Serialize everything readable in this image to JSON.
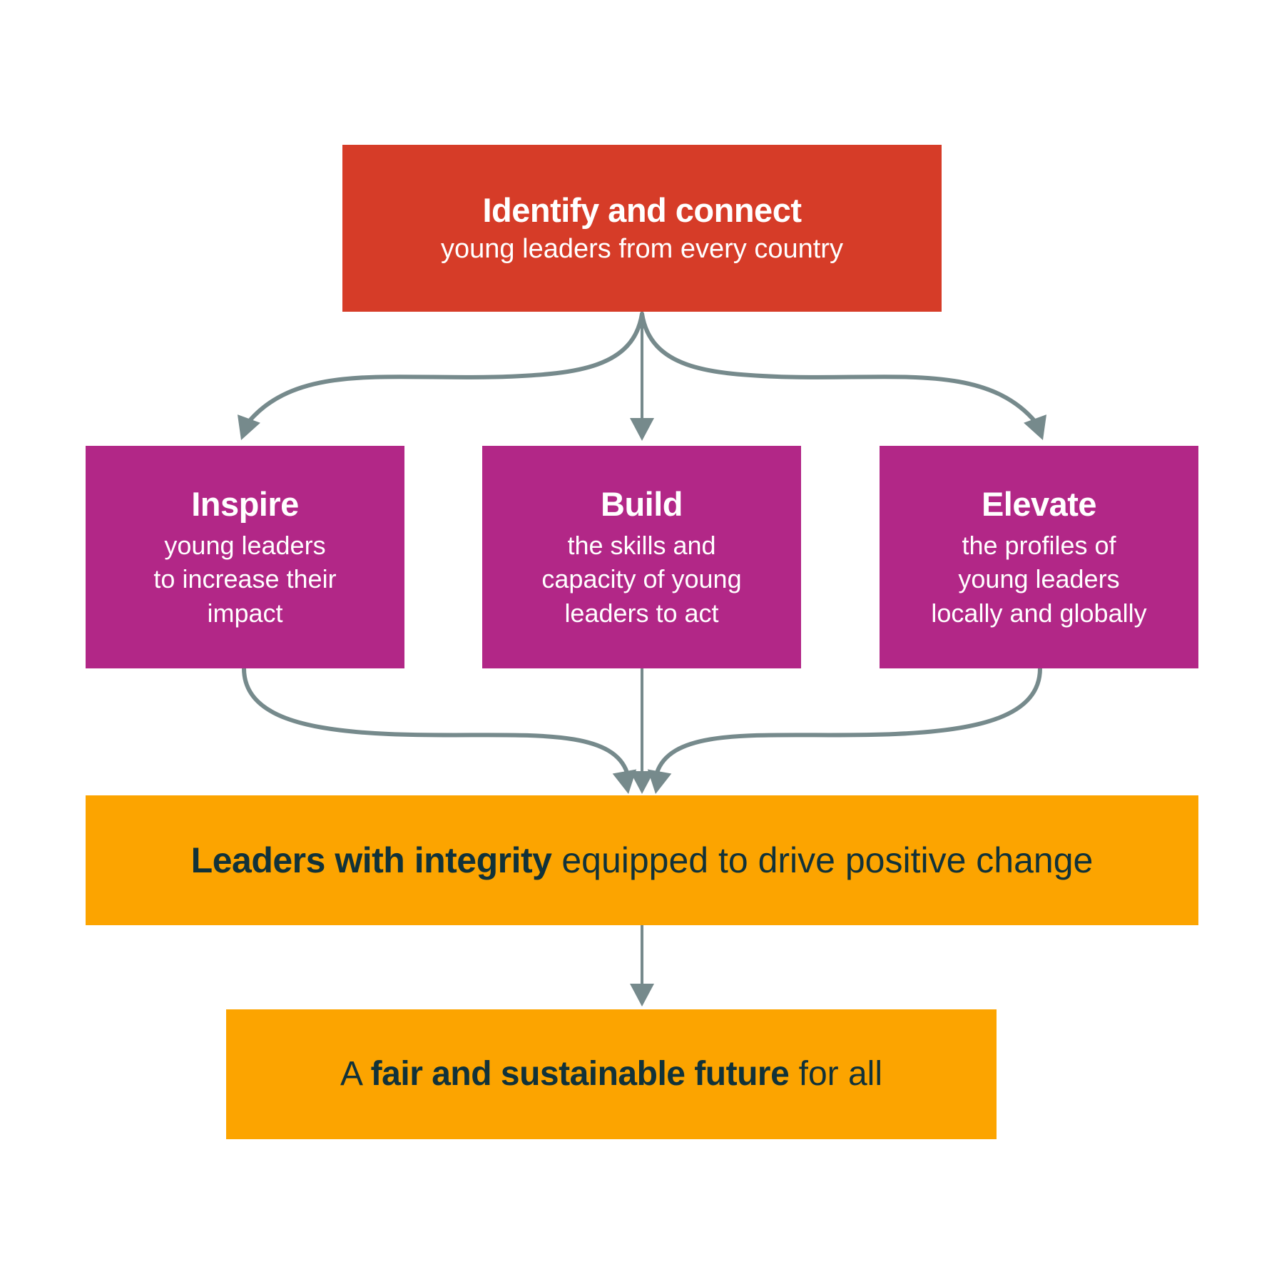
{
  "colors": {
    "background": "#FFFFFF",
    "red": "#D63C28",
    "magenta": "#B22787",
    "orange": "#FCA400",
    "arrow": "#768A8C",
    "dark_teal": "#113239"
  },
  "diagram": {
    "top_box": {
      "title": "Identify and connect",
      "subtitle": "young leaders from every country"
    },
    "branch_boxes": [
      {
        "title": "Inspire",
        "body": "young leaders\nto increase their\nimpact"
      },
      {
        "title": "Build",
        "body": "the skills and\ncapacity of young\nleaders to act"
      },
      {
        "title": "Elevate",
        "body": "the profiles of\nyoung leaders\nlocally and globally"
      }
    ],
    "outcome_box": {
      "bold_text": "Leaders with integrity",
      "regular_text": " equipped to drive positive change"
    },
    "impact_box": {
      "prefix_text": "A ",
      "bold_text": "fair and sustainable future",
      "suffix_text": " for all"
    }
  }
}
